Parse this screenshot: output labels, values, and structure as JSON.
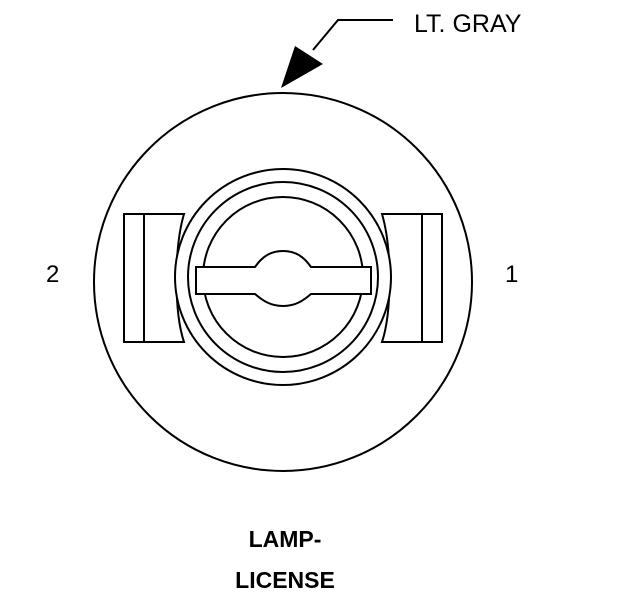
{
  "callout": {
    "color_label": "LT. GRAY"
  },
  "pins": {
    "left": "2",
    "right": "1"
  },
  "title": {
    "line1": "LAMP-",
    "line2": "LICENSE"
  },
  "colors": {
    "stroke": "#000000",
    "background": "#ffffff"
  }
}
